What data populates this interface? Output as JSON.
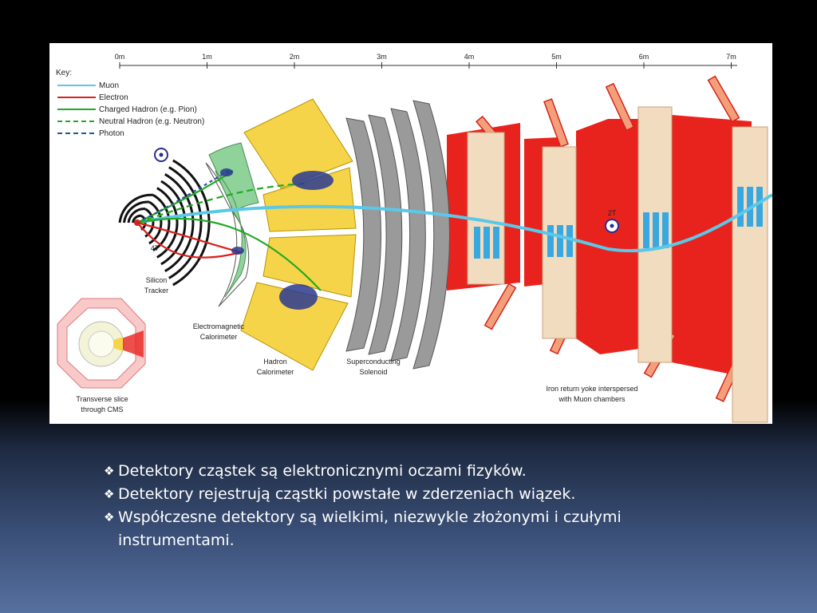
{
  "diagram": {
    "scale_labels": [
      "0m",
      "1m",
      "2m",
      "3m",
      "4m",
      "5m",
      "6m",
      "7m"
    ],
    "key": {
      "title": "Key:",
      "entries": [
        {
          "label": "Muon",
          "color": "#5bc8e8",
          "style": "solid"
        },
        {
          "label": "Electron",
          "color": "#d6221c",
          "style": "solid"
        },
        {
          "label": "Charged Hadron (e.g. Pion)",
          "color": "#22a822",
          "style": "solid"
        },
        {
          "label": "Neutral Hadron (e.g. Neutron)",
          "color": "#22a822",
          "style": "dashed"
        },
        {
          "label": "Photon",
          "color": "#2a4fa8",
          "style": "dashed"
        }
      ]
    },
    "field_4t": "4T",
    "field_2t": "2T",
    "labels": {
      "silicon_tracker": [
        "Silicon",
        "Tracker"
      ],
      "ecal": [
        "Electromagnetic",
        "Calorimeter"
      ],
      "hcal": [
        "Hadron",
        "Calorimeter"
      ],
      "solenoid": [
        "Superconducting",
        "Solenoid"
      ],
      "iron_yoke": [
        "Iron return yoke interspersed",
        "with Muon chambers"
      ],
      "transverse": [
        "Transverse slice",
        "through CMS"
      ]
    },
    "colors": {
      "iron": "#e8231e",
      "iron_frame": "#f3a07a",
      "hcal": "#f6d44a",
      "ecal": "#8fd39a",
      "solenoid": "#9a9a9a",
      "muon_chamber": "#f2dcc0",
      "chamber_hit": "#3aa8e0"
    }
  },
  "bullets": [
    "Detektory cząstek są elektronicznymi oczami fizyków.",
    "Detektory rejestrują cząstki powstałe w zderzeniach wiązek.",
    "Współczesne detektory są wielkimi, niezwykle złożonymi i czułymi instrumentami."
  ]
}
